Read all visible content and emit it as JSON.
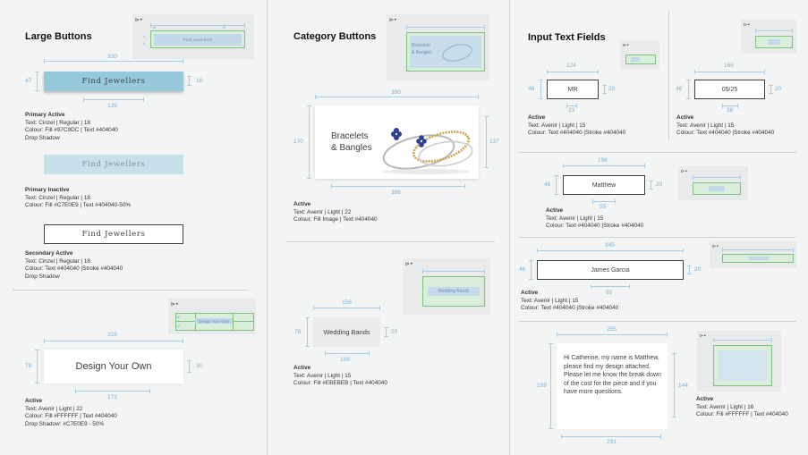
{
  "colors": {
    "primary_fill": "#97C9DC",
    "primary_inactive_fill": "#C7E0E9",
    "text": "#404040",
    "category_fill": "#EBEBEB",
    "measure": "#A8CDE4",
    "guide_green": "#7FBF7F"
  },
  "sections": {
    "large_buttons": "Large Buttons",
    "category_buttons": "Category Buttons",
    "input_text_fields": "Input Text Fields"
  },
  "large": {
    "primary_active": {
      "label": "Find Jewellers",
      "dim_width": "330",
      "dim_height": "47",
      "dim_text_width": "139",
      "dim_text_height": "18",
      "spec_title": "Primary Active",
      "spec_1": "Text: Cinzel | Regular | 18",
      "spec_2": "Colour: Fill #97C9DC | Text #404040",
      "spec_3": "Drop Shadow"
    },
    "primary_inactive": {
      "label": "Find Jewellers",
      "spec_title": "Primary Inactive",
      "spec_1": "Text: Cinzel | Regular | 18",
      "spec_2": "Colour: Fill #C7E0E9 | Text #404040-50%"
    },
    "secondary_active": {
      "label": "Find Jewellers",
      "spec_title": "Secondary Active",
      "spec_1": "Text: Cinzel | Regular | 18",
      "spec_2": "Colour: Text #404040 |Stroke #404040",
      "spec_3": "Drop Shadow"
    },
    "design_own": {
      "label": "Design Your Own",
      "dim_width": "328",
      "dim_height": "78",
      "dim_text_width": "173",
      "dim_text_height": "30",
      "spec_title": "Active",
      "spec_1": "Text: Avenir | Light | 22",
      "spec_2": "Colour: Fill #FFFFFF | Text #404040",
      "spec_3": "Drop Shadow: #C7E0E9 - 50%",
      "thumb_label": "Design Your Own",
      "thumb_d1": "50",
      "thumb_d2": "29"
    },
    "thumb_top": {
      "label": "Find Jewellers",
      "d1": "14",
      "d2": "16",
      "d3": "4",
      "d4": "4"
    }
  },
  "category": {
    "bracelets": {
      "line1": "Bracelets",
      "line2": "& Bangles",
      "dim_width": "380",
      "dim_height": "170",
      "dim_text_width": "386",
      "dim_text_height": "137",
      "spec_title": "Active",
      "spec_1": "Text: Avenir | Light | 22",
      "spec_2": "Colour: Fill Image | Text #404040",
      "thumb_line1": "Bracelets",
      "thumb_line2": "& Bangles"
    },
    "wedding": {
      "label": "Wedding Bands",
      "dim_width": "156",
      "dim_height": "78",
      "dim_text_width": "109",
      "dim_text_height": "20",
      "spec_title": "Active",
      "spec_1": "Text: Avenir | Light | 15",
      "spec_2": "Colour: Fill #EBEBEB | Text #404040",
      "thumb_label": "Wedding Bands"
    }
  },
  "inputs": {
    "mr": {
      "value": "MR",
      "dim_width": "124",
      "dim_height": "46",
      "dim_text_width": "23",
      "dim_text_height": "20",
      "spec_title": "Active",
      "spec_1": "Text: Avenir | Light | 15",
      "spec_2": "Colour: Text #404040 |Stroke #404040"
    },
    "date": {
      "value": "05/25",
      "dim_width": "166",
      "dim_height": "46",
      "dim_text_width": "38",
      "dim_text_height": "20",
      "spec_title": "Active",
      "spec_1": "Text: Avenir | Light | 15",
      "spec_2": "Colour: Text #404040 |Stroke #404040"
    },
    "matthew": {
      "value": "Matthew",
      "dim_width": "196",
      "dim_height": "46",
      "dim_text_width": "55",
      "dim_text_height": "20",
      "spec_title": "Active",
      "spec_1": "Text: Avenir | Light | 15",
      "spec_2": "Colour: Text #404040 |Stroke #404040"
    },
    "james": {
      "value": "James Garcia",
      "dim_width": "345",
      "dim_height": "46",
      "dim_text_width": "95",
      "dim_text_height": "20",
      "spec_title": "Active",
      "spec_1": "Text: Avenir | Light | 15",
      "spec_2": "Colour: Text #404040 |Stroke #404040"
    },
    "message": {
      "value": "Hi Catherine, my name is Matthew, please find my design attached. Please let me know the break down of the cost for the piece and if you have more questions.",
      "dim_width": "255",
      "dim_height": "199",
      "dim_text_width": "231",
      "dim_text_height": "144",
      "spec_title": "Active",
      "spec_1": "Text: Avenir | Light | 16",
      "spec_2": "Colour: Fill #FFFFFF | Text #404040"
    }
  },
  "icons": {
    "measure": "measure-arrow-icon"
  }
}
